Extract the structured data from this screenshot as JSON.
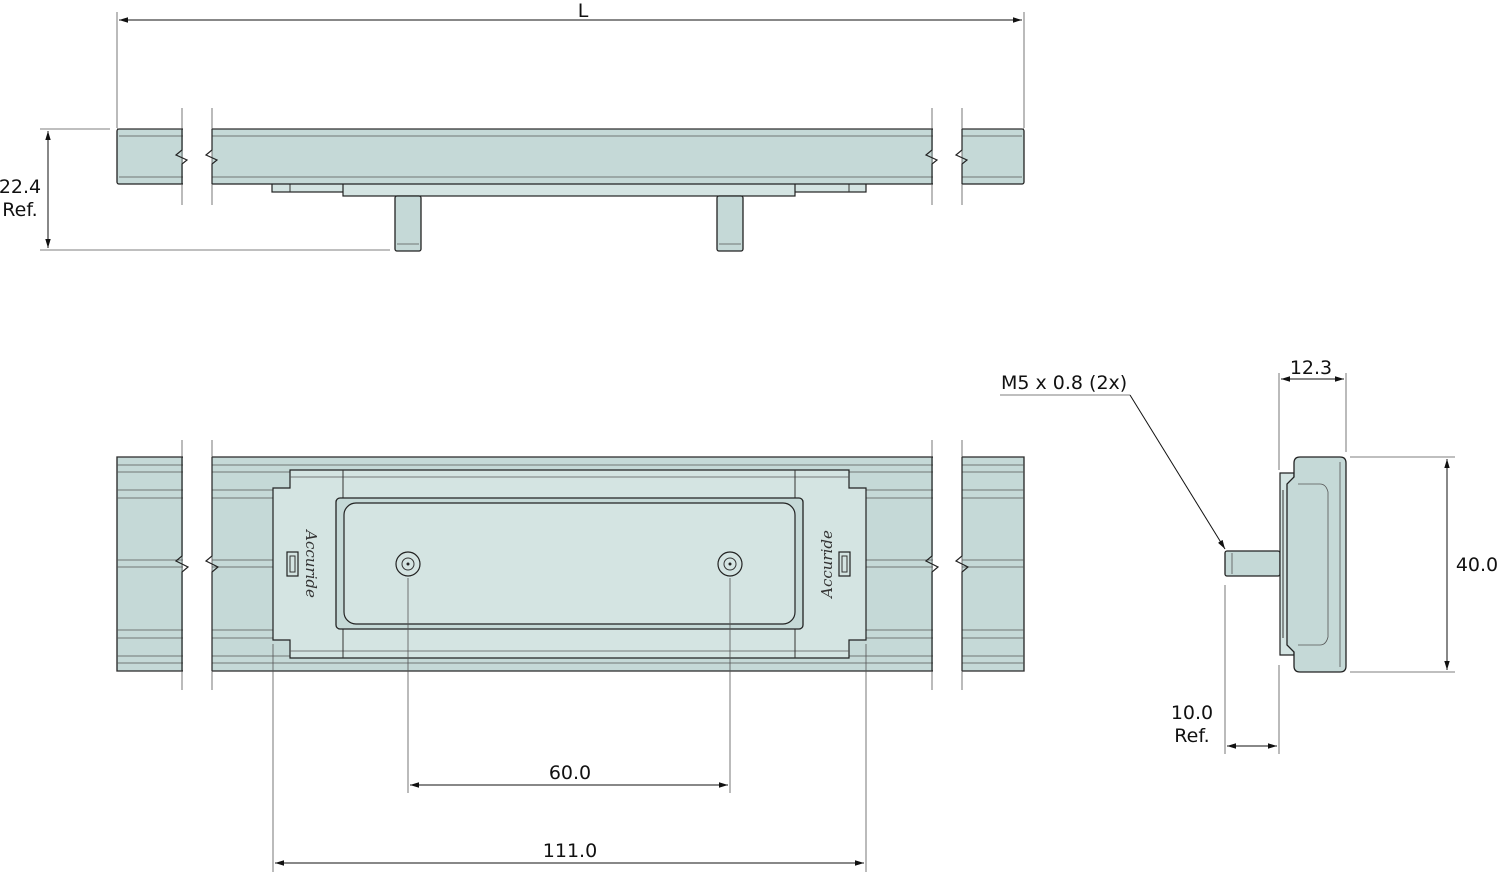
{
  "dimensions": {
    "length": "L",
    "height": "22.4",
    "height_ref": "Ref.",
    "thread": "M5 x 0.8 (2x)",
    "thickness": "12.3",
    "width": "40.0",
    "stud_length": "10.0",
    "stud_ref": "Ref.",
    "stud_spacing": "60.0",
    "mount_length": "111.0"
  },
  "logo_text": "Accuride",
  "colors": {
    "part_fill": "#c5d9d7",
    "outline": "#222222",
    "background": "#ffffff"
  }
}
